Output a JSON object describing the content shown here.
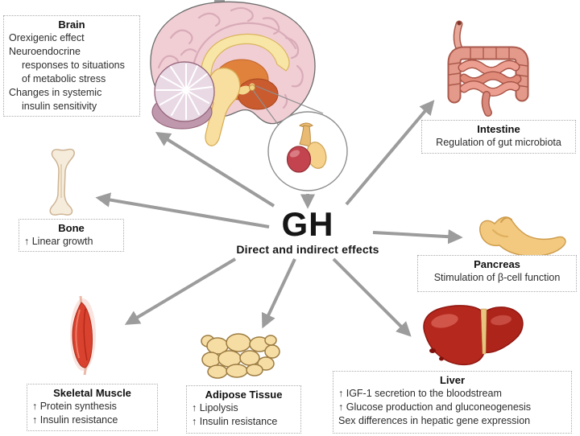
{
  "center": {
    "hormone_label": "GH",
    "subtitle": "Direct and indirect effects",
    "source_icon": "pituitary-gland-icon"
  },
  "organs": {
    "brain": {
      "title": "Brain",
      "lines": [
        "Orexigenic effect",
        "Neuroendocrine",
        "responses to situations",
        "of metabolic stress",
        "Changes in systemic",
        "insulin sensitivity"
      ],
      "icon": "brain-icon"
    },
    "intestine": {
      "title": "Intestine",
      "lines": [
        "Regulation of gut microbiota"
      ],
      "icon": "intestine-icon"
    },
    "bone": {
      "title": "Bone",
      "lines": [
        "↑ Linear growth"
      ],
      "icon": "bone-icon"
    },
    "pancreas": {
      "title": "Pancreas",
      "lines": [
        "Stimulation of β-cell function"
      ],
      "icon": "pancreas-icon"
    },
    "skeletal_muscle": {
      "title": "Skeletal Muscle",
      "lines": [
        "↑ Protein synthesis",
        "↑ Insulin resistance"
      ],
      "icon": "skeletal-muscle-icon"
    },
    "adipose_tissue": {
      "title": "Adipose Tissue",
      "lines": [
        "↑ Lipolysis",
        "↑ Insulin resistance"
      ],
      "icon": "adipose-tissue-icon"
    },
    "liver": {
      "title": "Liver",
      "lines": [
        "↑ IGF-1 secretion to the bloodstream",
        "↑ Glucose production and gluconeogenesis",
        "Sex differences in hepatic gene expression"
      ],
      "icon": "liver-icon"
    }
  },
  "colors": {
    "arrow": "#9c9c9c",
    "box_border": "#ababab",
    "brain_cortex": "#f1ced4",
    "intestine": "#e49a8b",
    "bone": "#f6ecdc",
    "pancreas": "#f2c97e",
    "muscle": "#d8422e",
    "adipose": "#f6dda4",
    "liver": "#b5281e",
    "pituitary_anterior": "#c3444f",
    "pituitary_posterior": "#f5d18c"
  }
}
